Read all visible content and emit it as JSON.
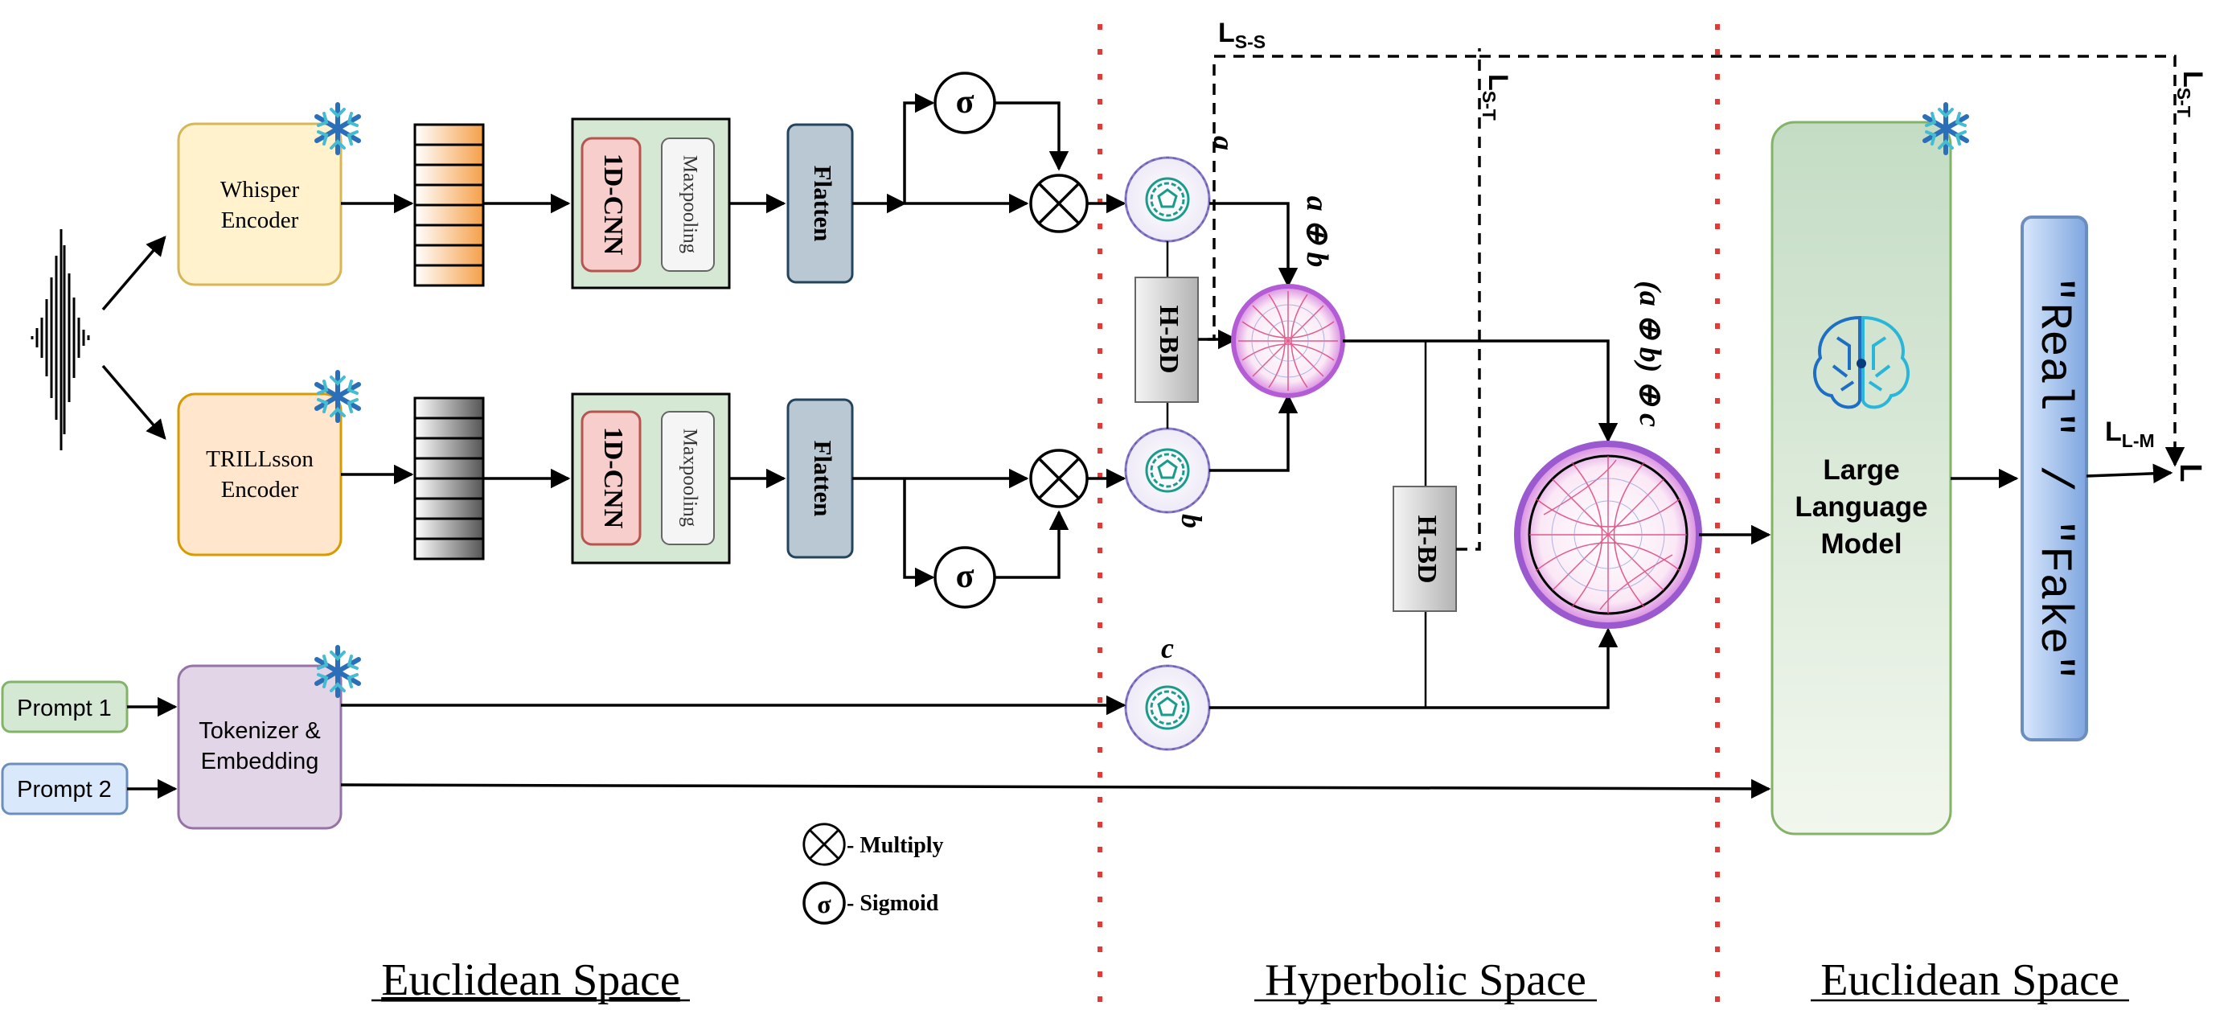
{
  "colors": {
    "whisper_fill": "#fff2cc",
    "whisper_stroke": "#d6b656",
    "trill_fill": "#ffe6cc",
    "trill_stroke": "#d79b00",
    "cnn_fill": "#f8cecc",
    "cnn_stroke": "#b85450",
    "cnnbox_fill": "#d5e8d4",
    "flatten_fill": "#bac8d3",
    "flatten_stroke": "#23445d",
    "prompt1_fill": "#d5e8d4",
    "prompt1_stroke": "#82b366",
    "prompt2_fill": "#dae8fc",
    "prompt2_stroke": "#6c8ebf",
    "token_fill": "#e1d5e7",
    "token_stroke": "#9673a6",
    "llm_fill": "#d5e8d4",
    "llm_stroke": "#82b366",
    "output_fill": "#7ea6e0",
    "output_stroke": "#6c8ebf",
    "divider": "#e53935",
    "disk_purple": "#b45cd6",
    "disk_teal": "#1a9c8c",
    "disk_pink": "#e0407a"
  },
  "encoders": {
    "whisper_line1": "Whisper",
    "whisper_line2": "Encoder",
    "trill_line1": "TRILLsson",
    "trill_line2": "Encoder"
  },
  "blocks": {
    "cnn": "1D-CNN",
    "maxpool": "Maxpooling",
    "flatten": "Flatten",
    "sigma": "σ",
    "hbd": "H-BD"
  },
  "prompts": {
    "p1": "Prompt 1",
    "p2": "Prompt 2",
    "token_line1": "Tokenizer &",
    "token_line2": "Embedding"
  },
  "hyper": {
    "a": "a",
    "b": "b",
    "c": "c",
    "a_plus_b": "a ⊕ b",
    "abc": "(a ⊕ b) ⊕ c"
  },
  "llm": {
    "line1": "Large",
    "line2": "Language",
    "line3": "Model"
  },
  "output": {
    "text": "\"Real\" / \"Fake\""
  },
  "loss": {
    "ss_main": "L",
    "ss_sub": "S-S",
    "st_main": "L",
    "st_sub": "S-T",
    "lm_main": "L",
    "lm_sub": "L-M",
    "final": "L"
  },
  "legend": {
    "multiply": "- Multiply",
    "sigmoid": "- Sigmoid"
  },
  "spaces": {
    "left": "Euclidean Space",
    "middle": "Hyperbolic Space",
    "right": "Euclidean Space"
  },
  "icons": [
    "snowflake-icon",
    "brain-icon",
    "waveform-icon",
    "multiply-icon",
    "sigmoid-icon",
    "poincare-disk-icon"
  ]
}
